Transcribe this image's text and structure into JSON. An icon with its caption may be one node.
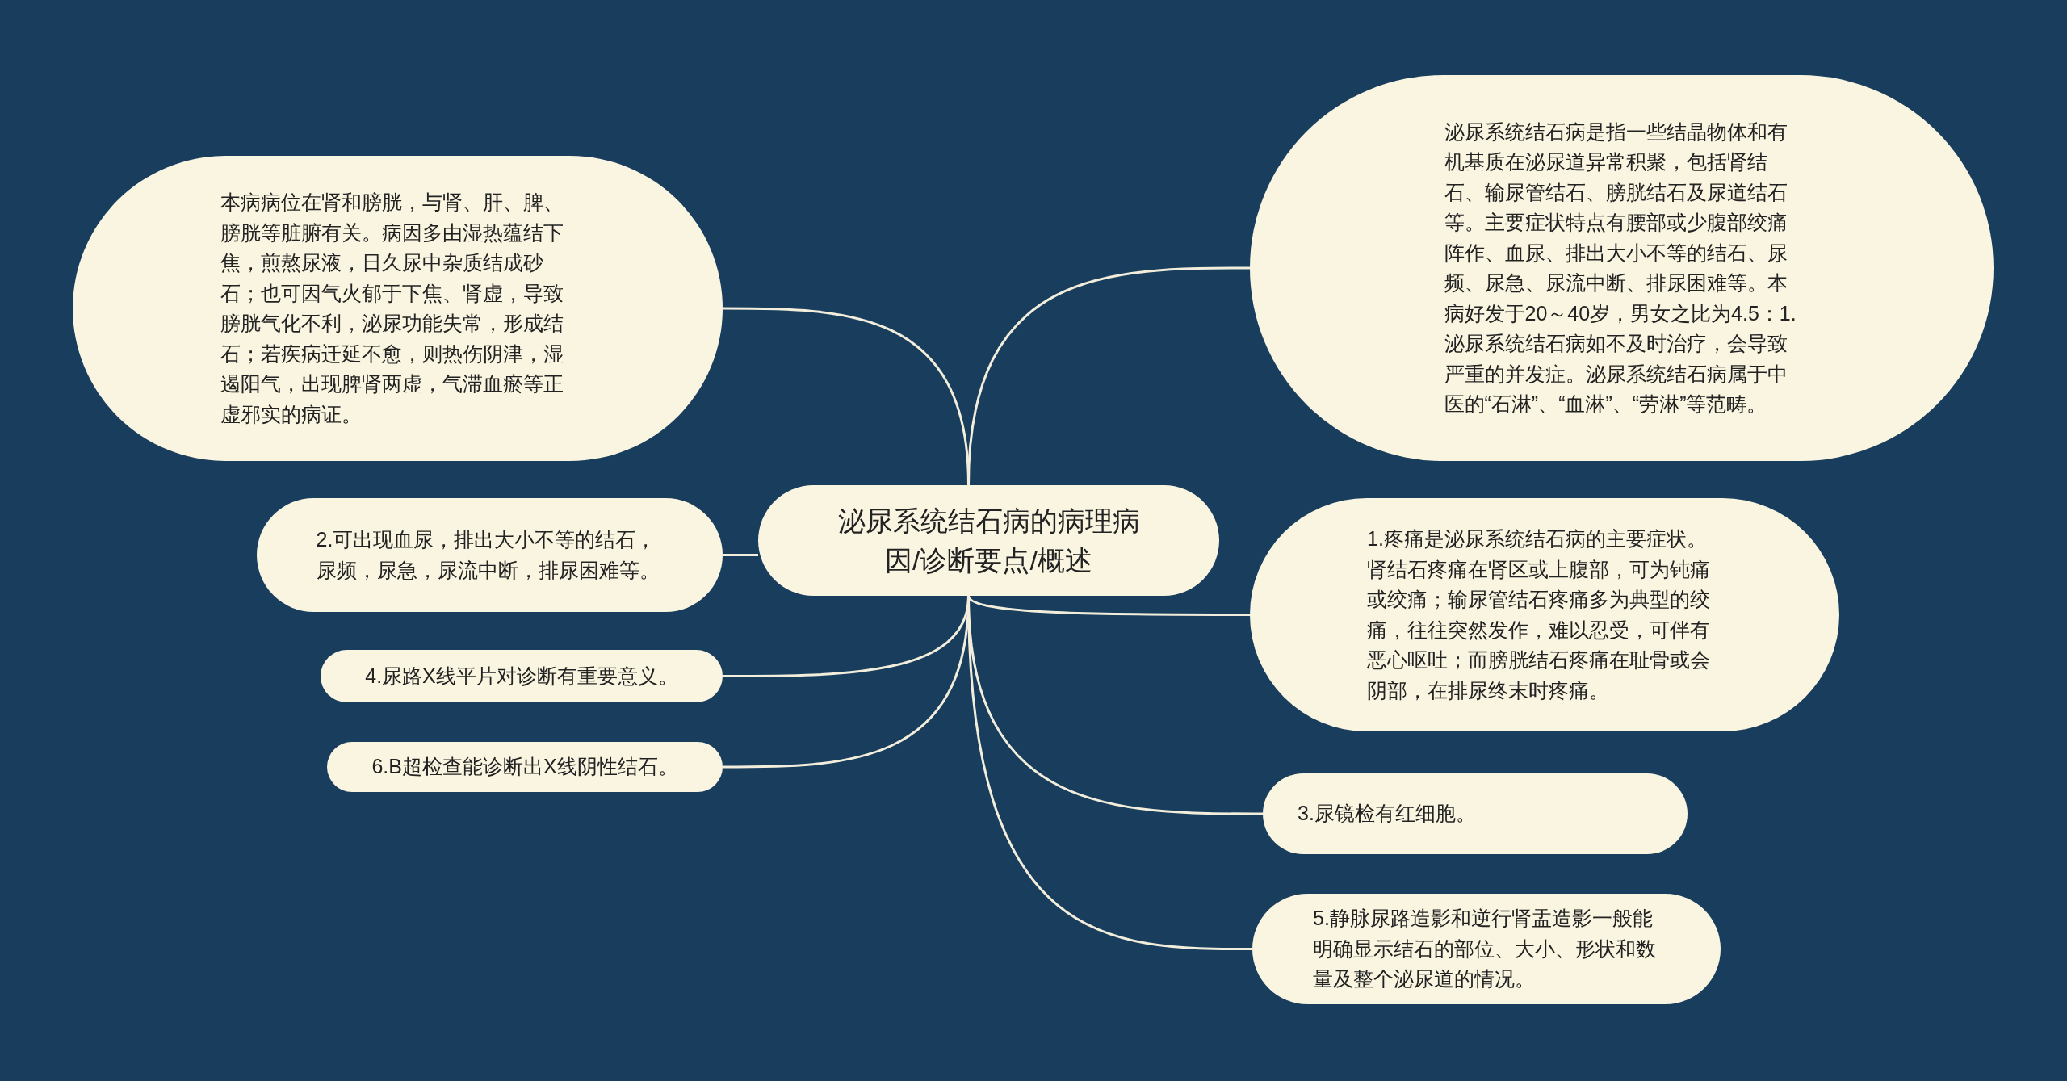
{
  "diagram": {
    "nodes": [
      {
        "text": [
          "泌尿系统结石病的病理病因/诊断要点/概述"
        ]
      },
      {
        "text": [
          "本病病位在肾和膀胱，与肾、肝、脾、膀胱等脏腑有关。病因多由湿热蕴结下焦，煎熬尿液，日久尿中杂质结成砂石；也可因气火郁于下焦、肾虚，导致膀胱气化不利，泌尿功能失常，形成结石；若疾病迁延不愈，则热伤阴津，湿遏阳气，出现脾肾两虚，气滞血瘀等正虚邪实的病证。"
        ]
      },
      {
        "text": [
          "泌尿系统结石病是指一些结晶物体和有机基质在泌尿道异常积聚，包括肾结石、输尿管结石、膀胱结石及尿道结石等。主要症状特点有腰部或少腹部绞痛阵作、血尿、排出大小不等的结石、尿频、尿急、尿流中断、排尿困难等。本病好发于20～40岁，男女之比为4.5：1.泌尿系统结石病如不及时治疗，会导致严重的并发症。泌尿系统结石病属于中医的“石淋”、“血淋”、“劳淋”等范畴。"
        ]
      },
      {
        "text": [
          "2.可出现血尿，排出大小不等的结石，尿频，尿急，尿流中断，排尿困难等。"
        ]
      },
      {
        "text": [
          "1.疼痛是泌尿系统结石病的主要症状。肾结石疼痛在肾区或上腹部，可为钝痛或绞痛；输尿管结石疼痛多为典型的绞痛，往往突然发作，难以忍受，可伴有恶心呕吐；而膀胱结石疼痛在耻骨或会阴部，在排尿终末时疼痛。"
        ]
      },
      {
        "text": [
          "4.尿路X线平片对诊断有重要意义。"
        ]
      },
      {
        "text": [
          "3.尿镜检有红细胞。"
        ]
      },
      {
        "text": [
          "6.B超检查能诊断出X线阴性结石。"
        ]
      },
      {
        "text": [
          "5.静脉尿路造影和逆行肾盂造影一般能明确显示结石的部位、大小、形状和数量及整个泌尿道的情况。"
        ]
      }
    ],
    "edges": [
      {
        "from": 0,
        "to": 1,
        "arrow": "none"
      },
      {
        "from": 0,
        "to": 2,
        "arrow": "none"
      },
      {
        "from": 0,
        "to": 3,
        "arrow": "none"
      },
      {
        "from": 0,
        "to": 4,
        "arrow": "none"
      },
      {
        "from": 0,
        "to": 5,
        "arrow": "none"
      },
      {
        "from": 0,
        "to": 6,
        "arrow": "none"
      },
      {
        "from": 0,
        "to": 7,
        "arrow": "none"
      },
      {
        "from": 0,
        "to": 8,
        "arrow": "none"
      }
    ]
  }
}
